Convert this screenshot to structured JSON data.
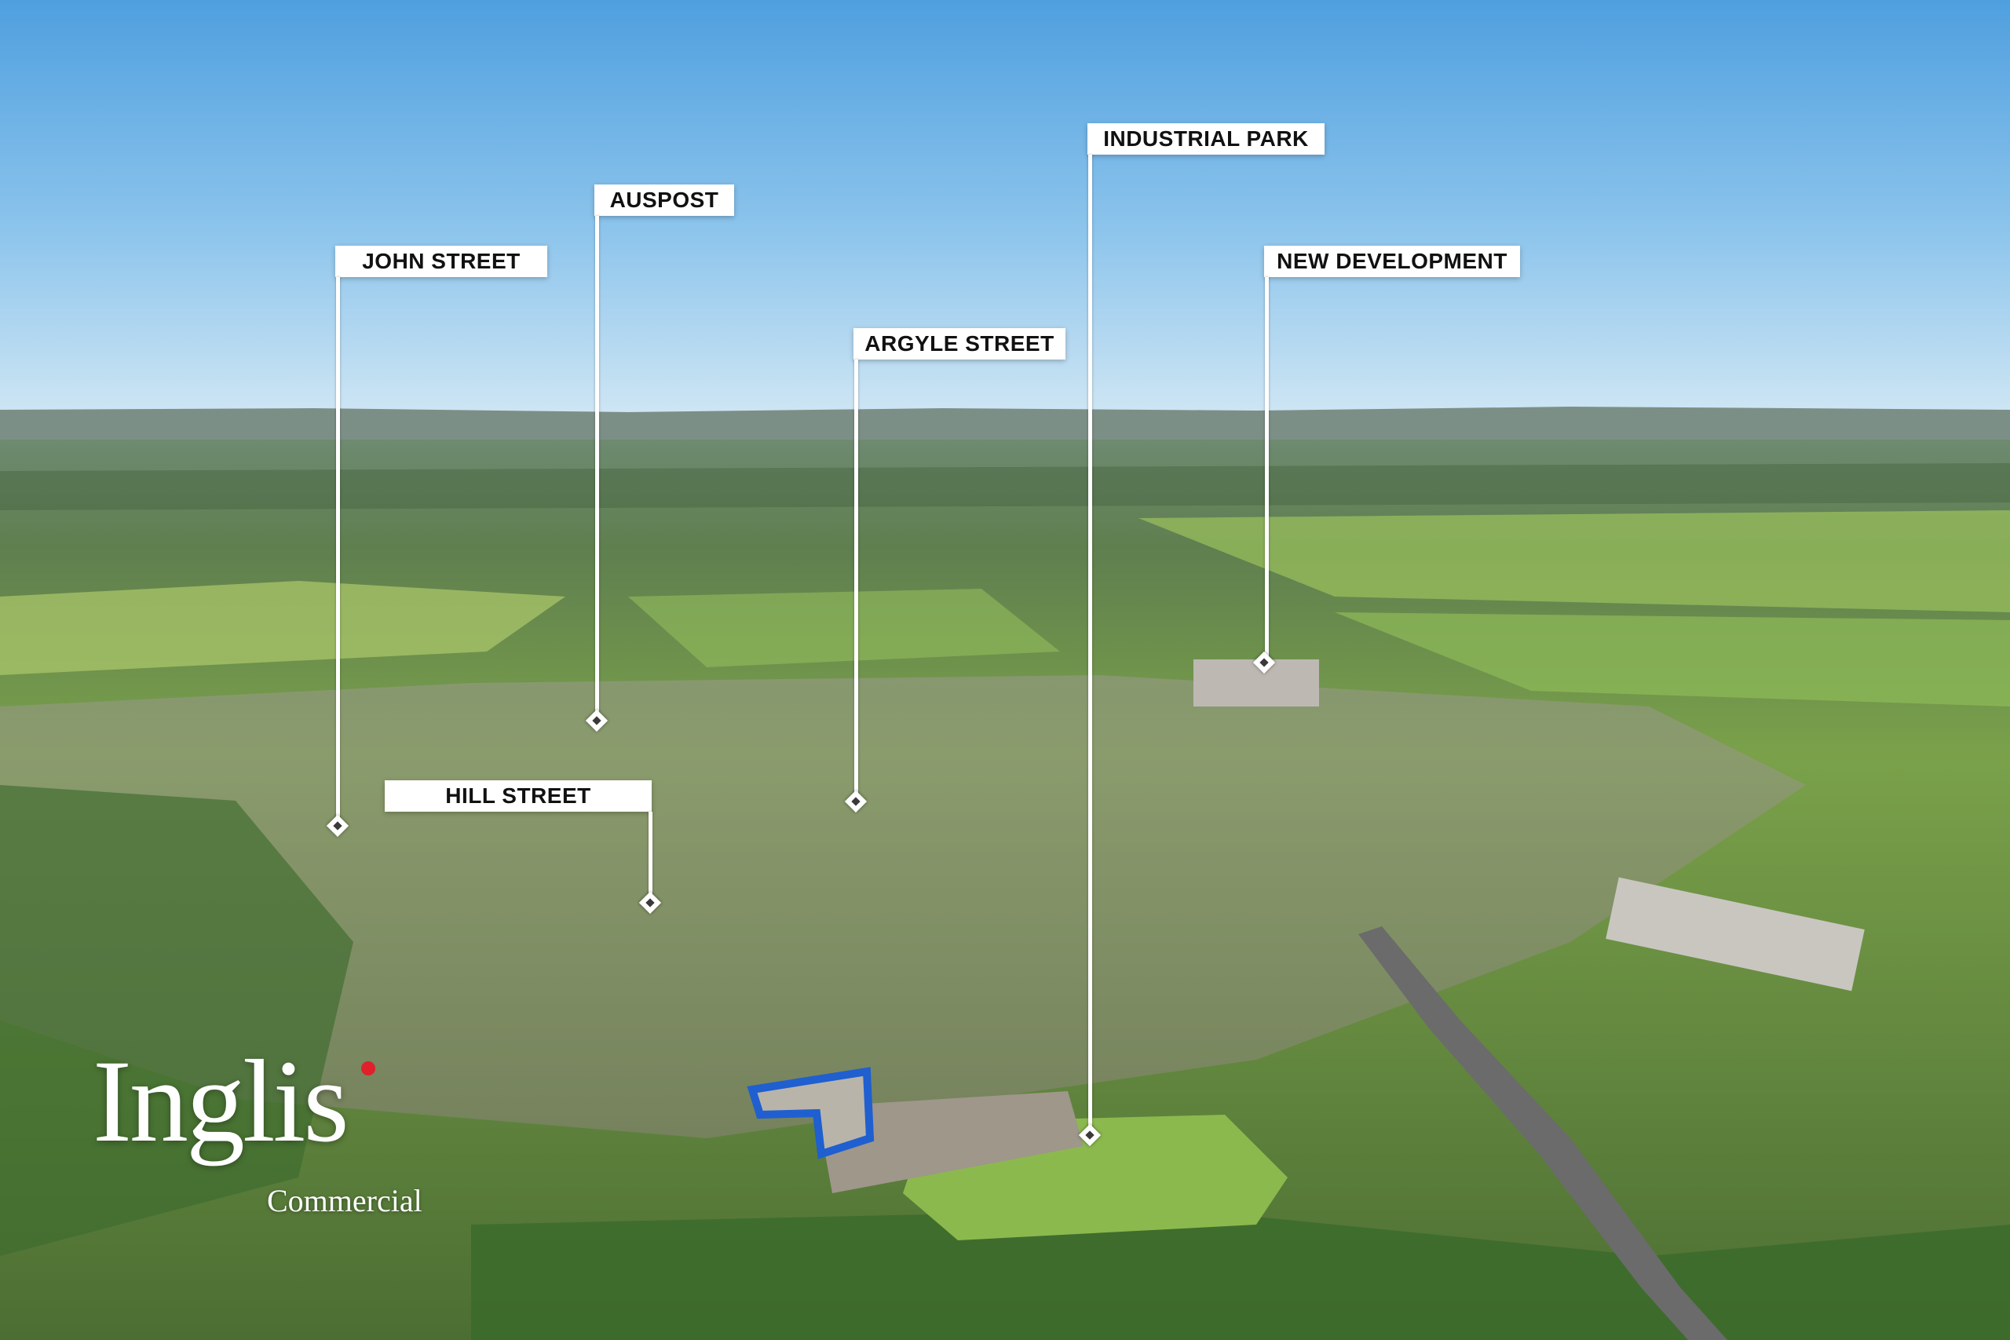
{
  "image": {
    "description_type": "aerial photograph with location callouts",
    "colors": {
      "sky_top": "#4f9fdf",
      "sky_horizon": "#cfe6f4",
      "callout_bg": "#ffffff",
      "callout_text": "#111111",
      "highlight_outline": "#1f5fd0",
      "logo_dot": "#e0202a"
    }
  },
  "callouts": [
    {
      "id": "john-street",
      "label": "JOHN STREET"
    },
    {
      "id": "auspost",
      "label": "AUSPOST"
    },
    {
      "id": "argyle-street",
      "label": "ARGYLE STREET"
    },
    {
      "id": "industrial-park",
      "label": "INDUSTRIAL PARK"
    },
    {
      "id": "new-development",
      "label": "NEW DEVELOPMENT"
    },
    {
      "id": "hill-street",
      "label": "HILL STREET"
    }
  ],
  "logo": {
    "wordmark": "Inglis",
    "subtitle": "Commercial"
  }
}
